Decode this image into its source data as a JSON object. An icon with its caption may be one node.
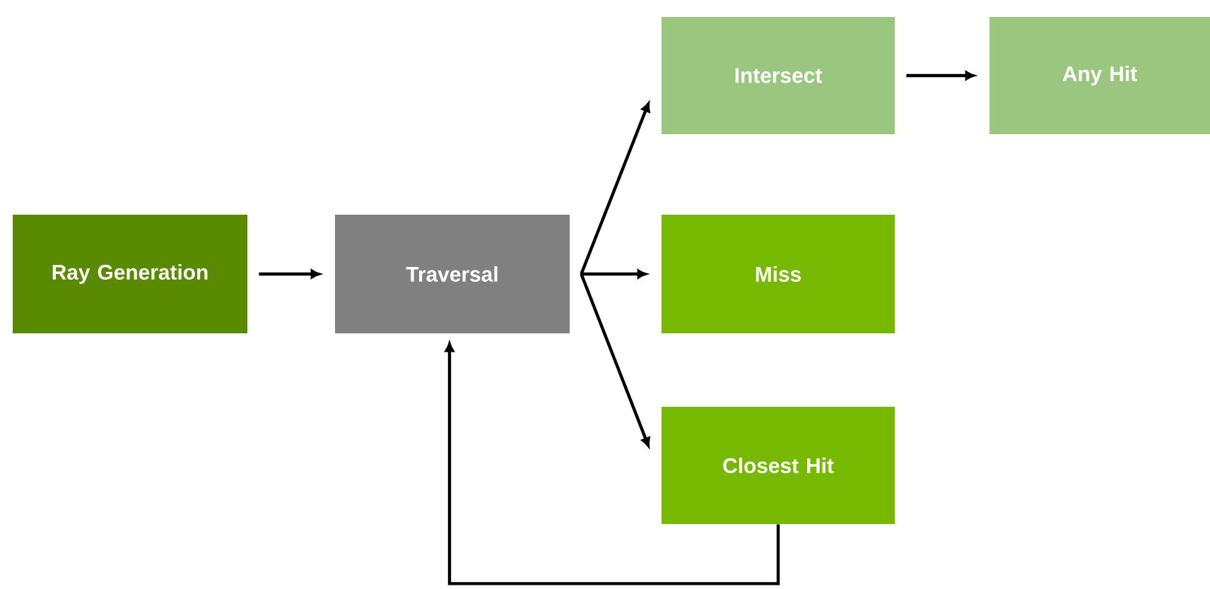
{
  "diagram": {
    "nodes": [
      {
        "text": [
          "Ray Generation"
        ]
      },
      {
        "text": [
          "Traversal"
        ]
      },
      {
        "text": [
          "Intersect"
        ]
      },
      {
        "text": [
          "Any Hit"
        ]
      },
      {
        "text": [
          "Miss"
        ]
      },
      {
        "text": [
          "Closest Hit"
        ]
      }
    ],
    "edges": [
      {
        "from": 0,
        "to": 1,
        "arrow": "to"
      },
      {
        "from": 1,
        "to": 2,
        "arrow": "to"
      },
      {
        "from": 1,
        "to": 4,
        "arrow": "to"
      },
      {
        "from": 1,
        "to": 5,
        "arrow": "to"
      },
      {
        "from": 2,
        "to": 3,
        "arrow": "to"
      },
      {
        "from": 5,
        "to": 1,
        "arrow": "to"
      }
    ]
  }
}
